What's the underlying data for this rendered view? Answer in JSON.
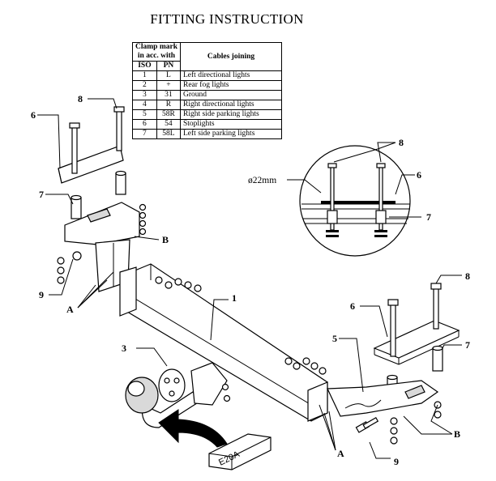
{
  "title": "FITTING INSTRUCTION",
  "table": {
    "header_clamp": [
      "Clamp mark",
      "in acc. with"
    ],
    "header_cables": "Cables joining",
    "header_iso": "ISO",
    "header_pn": "PN",
    "rows": [
      {
        "iso": "1",
        "pn": "L",
        "desc": "Left directional lights"
      },
      {
        "iso": "2",
        "pn": "+",
        "desc": "Rear fog lights"
      },
      {
        "iso": "3",
        "pn": "31",
        "desc": "Ground"
      },
      {
        "iso": "4",
        "pn": "R",
        "desc": "Right directional lights"
      },
      {
        "iso": "5",
        "pn": "58R",
        "desc": "Right side parking lights"
      },
      {
        "iso": "6",
        "pn": "54",
        "desc": "Stoplights"
      },
      {
        "iso": "7",
        "pn": "58L",
        "desc": "Left side parking lights"
      }
    ]
  },
  "labels": {
    "p1": "1",
    "p3": "3",
    "p5": "5",
    "p6_left": "6",
    "p6_detail": "6",
    "p6_right": "6",
    "p7_left": "7",
    "p7_detail": "7",
    "p7_right": "7",
    "p8_left": "8",
    "p8_detail": "8",
    "p8_right": "8",
    "p9_left": "9",
    "p9_right": "9",
    "a_left": "A",
    "a_right": "A",
    "b_left": "B",
    "b_right": "B",
    "diameter": "ø22mm",
    "box_label": "E20A"
  }
}
